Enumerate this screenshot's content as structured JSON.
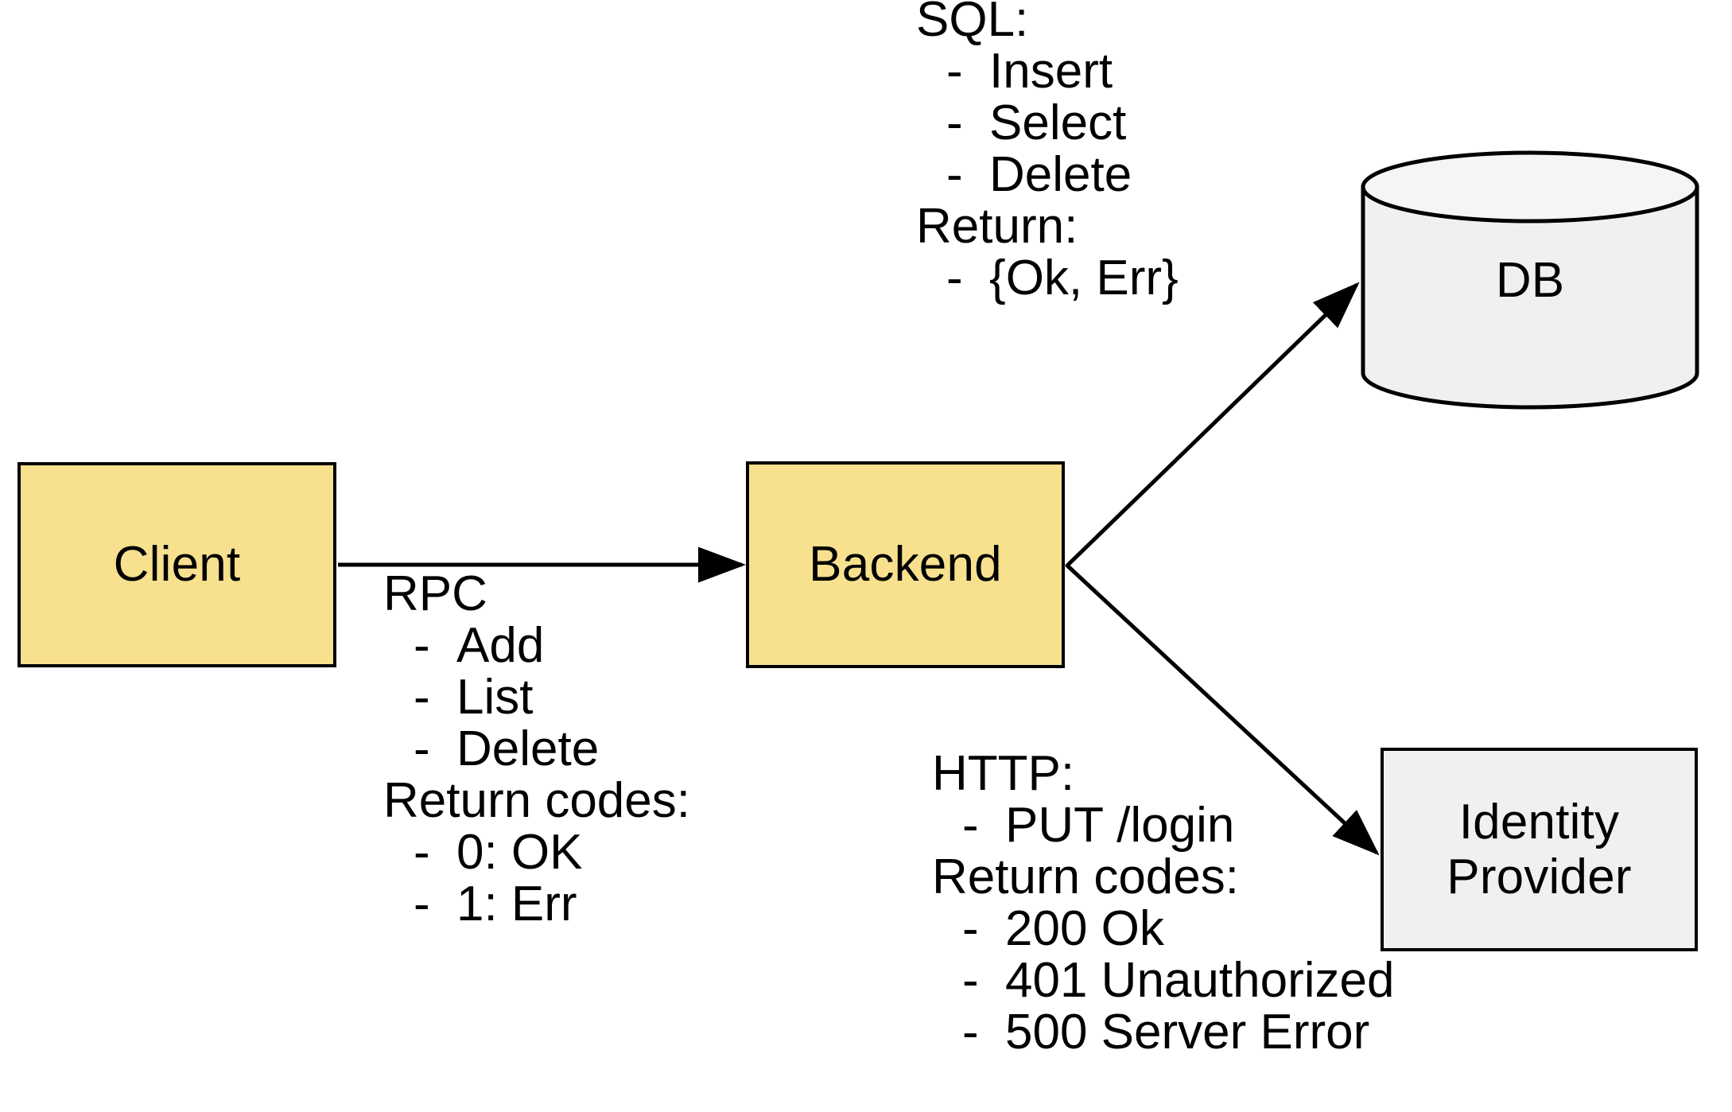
{
  "diagram": {
    "title": "Client / Backend / DB / Identity Provider architecture",
    "colors": {
      "service_fill": "#F7E08E",
      "store_fill": "#F0F0F0",
      "stroke": "#000000",
      "background": "#FFFFFF"
    },
    "nodes": {
      "client": {
        "label": "Client",
        "shape": "rectangle",
        "fill": "#F7E08E"
      },
      "backend": {
        "label": "Backend",
        "shape": "rectangle",
        "fill": "#F7E08E"
      },
      "db": {
        "label": "DB",
        "shape": "cylinder",
        "fill": "#F0F0F0"
      },
      "identity_provider": {
        "label": "Identity\nProvider",
        "shape": "rectangle",
        "fill": "#F0F0F0"
      }
    },
    "edges": [
      {
        "from": "client",
        "to": "backend",
        "style": "solid-arrow",
        "annotation": "rpc"
      },
      {
        "from": "backend",
        "to": "db",
        "style": "solid-arrow",
        "annotation": "sql"
      },
      {
        "from": "backend",
        "to": "identity_provider",
        "style": "solid-arrow",
        "annotation": "http"
      }
    ],
    "annotations": {
      "rpc": {
        "heading": "RPC",
        "items": [
          "Add",
          "List",
          "Delete"
        ],
        "returns_heading": "Return codes:",
        "returns": [
          "0: OK",
          "1: Err"
        ],
        "bullet": "-"
      },
      "sql": {
        "heading": "SQL:",
        "items": [
          "Insert",
          "Select",
          "Delete"
        ],
        "returns_heading": "Return:",
        "returns": [
          "{Ok, Err}"
        ],
        "bullet": "-"
      },
      "http": {
        "heading": "HTTP:",
        "items": [
          "PUT /login"
        ],
        "returns_heading": "Return codes:",
        "returns": [
          "200 Ok",
          "401 Unauthorized",
          "500 Server Error"
        ],
        "bullet": "-"
      }
    }
  }
}
